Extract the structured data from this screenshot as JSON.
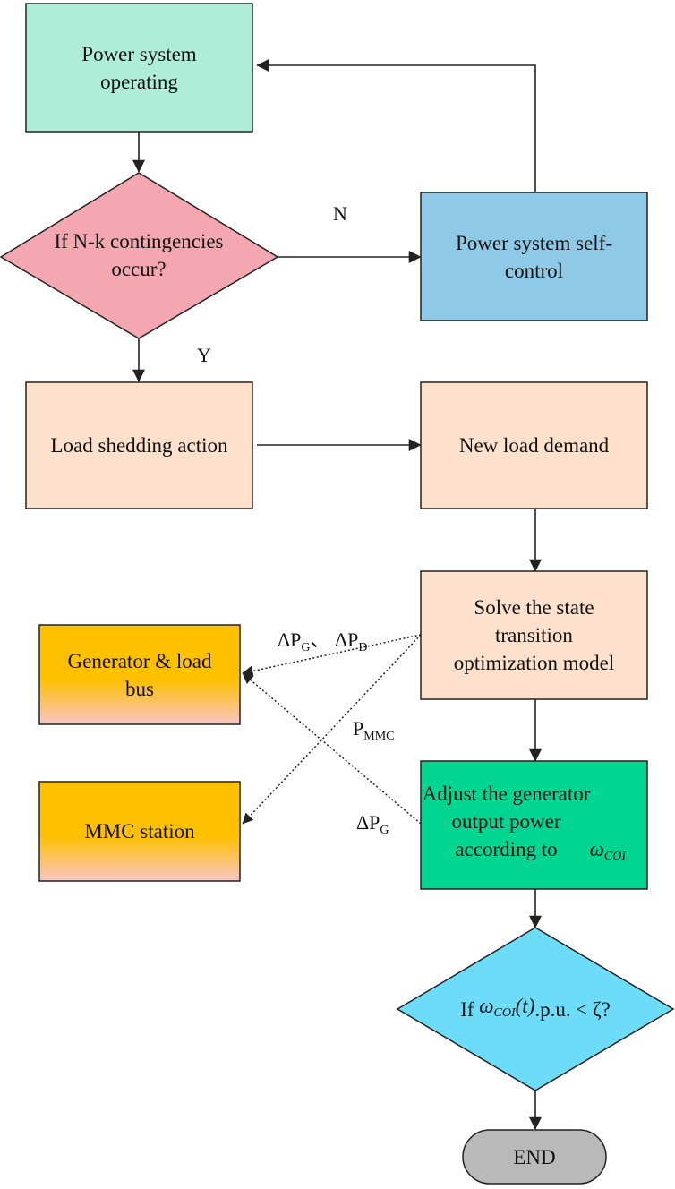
{
  "colors": {
    "start_fill": "#aeeed8",
    "decision_fill": "#f4a7b0",
    "self_control_fill": "#8ecae8",
    "process_fill": "#fde1cc",
    "adjust_fill": "#00d591",
    "side_gradient_top": "#ffc000",
    "side_gradient_bottom": "#f9c5c5",
    "check_fill": "#6cdcf8",
    "end_fill": "#b9b9b9",
    "stroke": "#222222"
  },
  "nodes": {
    "power_system_operating": "Power system\noperating",
    "contingency_check": "If N-k contingencies\noccur?",
    "self_control": "Power system self-\ncontrol",
    "load_shedding": "Load shedding action",
    "new_load_demand": "New load demand",
    "solve_model": "Solve the state\ntransition\noptimization model",
    "generator_load_bus": "Generator & load\nbus",
    "mmc_station": "MMC station",
    "adjust_generator": "Adjust the generator\noutput power\naccording to",
    "frequency_check_prefix": "If",
    "frequency_check_suffix": ".p.u. < ζ?",
    "end": "END"
  },
  "symbols": {
    "omega": "ω",
    "coi": "COI",
    "t": "(t)"
  },
  "edge_labels": {
    "no": "N",
    "yes": "Y",
    "delta_pg_pd_delta": "ΔP",
    "delta_pg_pd_g": "G",
    "delta_pg_pd_sep": "、 ΔP",
    "delta_pg_pd_d": "D",
    "p_mmc_p": "P",
    "p_mmc_sub": "MMC",
    "delta_pg_delta": "ΔP",
    "delta_pg_sub": "G"
  }
}
